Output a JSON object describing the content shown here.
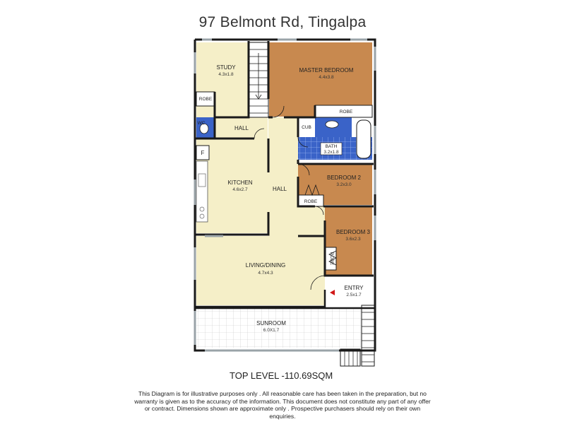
{
  "address": "97 Belmont Rd, Tingalpa",
  "level_label": "TOP LEVEL -110.69SQM",
  "disclaimer": "This Diagram is for illustrative purposes only . All reasonable care has been taken in the preparation, but no warranty is given as to the accuracy of the information. This document does not constitute any part of any offer or contract. Dimensions shown are approximate only . Prospective purchasers should rely on their own enquiries.",
  "colors": {
    "hall": "#f5efc8",
    "bedroom": "#c8894f",
    "tile": "#3a63c8",
    "wall": "#1a1a1a",
    "entry_arrow": "#d01818"
  },
  "rooms": {
    "study": {
      "name": "STUDY",
      "size": "4.3x1.8"
    },
    "master": {
      "name": "MASTER BEDROOM",
      "size": "4.4x3.8"
    },
    "hall_top": {
      "name": "HALL"
    },
    "hall_main": {
      "name": "HALL"
    },
    "kitchen": {
      "name": "KITCHEN",
      "size": "4.6x2.7"
    },
    "bath": {
      "name": "BATH",
      "size": "3.2x1.8"
    },
    "bedroom2": {
      "name": "BEDROOM 2",
      "size": "3.2x3.0"
    },
    "bedroom3": {
      "name": "BEDROOM 3",
      "size": "3.6x2.3"
    },
    "living": {
      "name": "LIVING/DINING",
      "size": "4.7x4.3"
    },
    "entry": {
      "name": "ENTRY",
      "size": "2.5x1.7"
    },
    "sunroom": {
      "name": "SUNROOM",
      "size": "6.0X1.7"
    }
  },
  "labels": {
    "robe_study": "ROBE",
    "robe_master": "ROBE",
    "robe_bed2": "ROBE",
    "robe_bed3": "ROBE",
    "wc": "WC",
    "cub": "CUB",
    "fridge": "F"
  }
}
